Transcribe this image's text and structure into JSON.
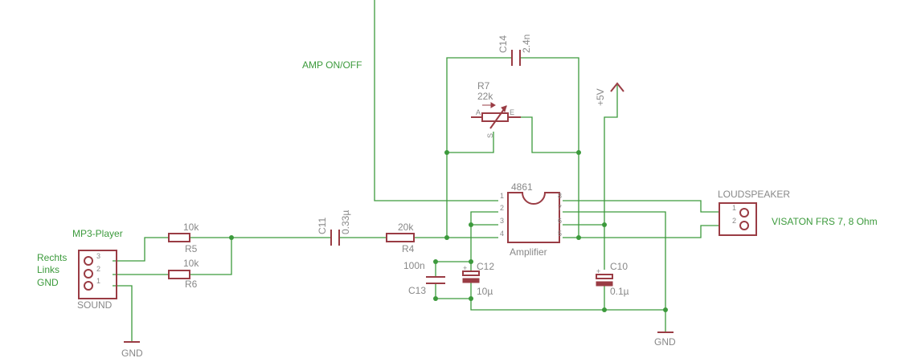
{
  "labels": {
    "amp_switch": "AMP ON/OFF",
    "mp3_player": "MP3-Player",
    "rechts": "Rechts",
    "links": "Links",
    "gnd_in": "GND",
    "sound": "SOUND",
    "speaker_header": "LOUDSPEAKER",
    "speaker_model": "VISATON FRS 7, 8 Ohm",
    "gnd_left": "GND",
    "gnd_right": "GND",
    "supply": "+5V"
  },
  "parts": {
    "r5": {
      "name": "R5",
      "value": "10k"
    },
    "r6": {
      "name": "R6",
      "value": "10k"
    },
    "r4": {
      "name": "R4",
      "value": "20k"
    },
    "r7": {
      "name": "R7",
      "value": "22k",
      "pin_a": "A",
      "pin_e": "E",
      "pin_s": "S"
    },
    "c11": {
      "name": "C11",
      "value": "0.33µ"
    },
    "c14": {
      "name": "C14",
      "value": "2.4n"
    },
    "c13": {
      "name": "C13",
      "value": "100n"
    },
    "c12": {
      "name": "C12",
      "value": "10µ"
    },
    "c10": {
      "name": "C10",
      "value": "0.1µ"
    },
    "ic": {
      "name": "4861",
      "value": "Amplifier"
    }
  },
  "pins": {
    "ic": [
      "1",
      "2",
      "3",
      "4",
      "5",
      "6",
      "7",
      "8"
    ],
    "sound": [
      "3",
      "2",
      "1"
    ],
    "speaker": [
      "1",
      "2"
    ]
  },
  "colors": {
    "wire": "#3c9a3c",
    "part": "#9a3c44",
    "label": "#888888"
  }
}
